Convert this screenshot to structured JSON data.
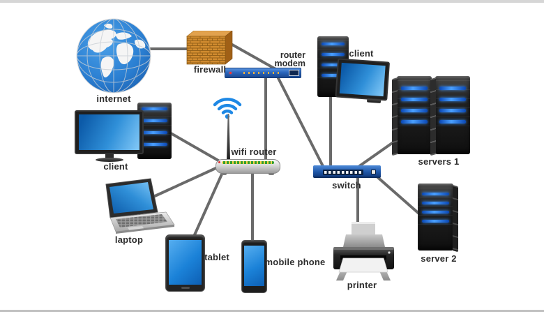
{
  "page": {
    "background": "#ffffff",
    "top_border_color": "#d6d6d6",
    "bottom_border_color": "#c2c2c2"
  },
  "nodes": {
    "internet": {
      "label": "internet",
      "type": "globe"
    },
    "firewall": {
      "label": "firewall",
      "type": "brick-wall"
    },
    "router_modem": {
      "label_line1": "router",
      "label_line2": "modem",
      "type": "modem"
    },
    "wifi_router": {
      "label": "wifi router",
      "type": "wireless-router"
    },
    "client_left": {
      "label": "client",
      "type": "desktop-computer"
    },
    "client_top": {
      "label": "client",
      "type": "desktop-computer"
    },
    "laptop": {
      "label": "laptop",
      "type": "laptop"
    },
    "tablet": {
      "label": "tablet",
      "type": "tablet"
    },
    "mobile_phone": {
      "label": "mobile phone",
      "type": "smartphone"
    },
    "switch": {
      "label": "switch",
      "type": "network-switch"
    },
    "servers_1": {
      "label": "servers 1",
      "type": "server-rack-pair"
    },
    "server_2": {
      "label": "server 2",
      "type": "server-rack"
    },
    "printer": {
      "label": "printer",
      "type": "printer"
    }
  },
  "connections": [
    {
      "from": "internet",
      "to": "firewall"
    },
    {
      "from": "firewall",
      "to": "router_modem"
    },
    {
      "from": "router_modem",
      "to": "wifi_router"
    },
    {
      "from": "router_modem",
      "to": "switch"
    },
    {
      "from": "client_top",
      "to": "switch"
    },
    {
      "from": "servers_1",
      "to": "switch"
    },
    {
      "from": "switch",
      "to": "server_2"
    },
    {
      "from": "switch",
      "to": "printer"
    },
    {
      "from": "wifi_router",
      "to": "client_left"
    },
    {
      "from": "wifi_router",
      "to": "laptop"
    },
    {
      "from": "wifi_router",
      "to": "tablet"
    },
    {
      "from": "wifi_router",
      "to": "mobile_phone"
    }
  ],
  "colors": {
    "cable_gray": "#6a6a6a",
    "screen_blue_dark": "#0d5fb4",
    "screen_blue_light": "#7cc4f5",
    "led_blue": "#4aa0ff",
    "device_black": "#1a1a1a",
    "switch_blue": "#1e55a6",
    "modem_blue": "#2a66bd",
    "firewall_orange": "#d08b2f",
    "wifi_signal_blue": "#1e88e5",
    "globe_ocean_blue": "#2b7fd2",
    "router_green_strip": "#2f9e2f"
  }
}
